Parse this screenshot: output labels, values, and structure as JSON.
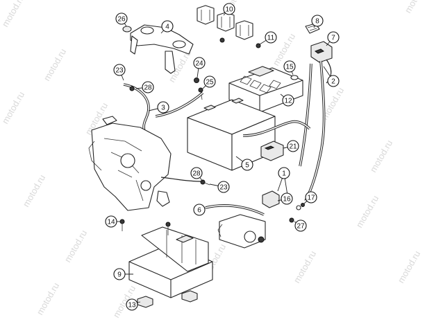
{
  "watermark": "motod.ru",
  "callouts": [
    {
      "num": "1"
    },
    {
      "num": "2"
    },
    {
      "num": "3"
    },
    {
      "num": "4"
    },
    {
      "num": "5"
    },
    {
      "num": "6"
    },
    {
      "num": "7"
    },
    {
      "num": "8"
    },
    {
      "num": "9"
    },
    {
      "num": "10"
    },
    {
      "num": "11"
    },
    {
      "num": "12"
    },
    {
      "num": "13"
    },
    {
      "num": "14"
    },
    {
      "num": "15"
    },
    {
      "num": "16"
    },
    {
      "num": "17"
    },
    {
      "num": "21"
    },
    {
      "num": "23"
    },
    {
      "num": "23"
    },
    {
      "num": "24"
    },
    {
      "num": "25"
    },
    {
      "num": "26"
    },
    {
      "num": "27"
    },
    {
      "num": "28"
    },
    {
      "num": "28"
    }
  ]
}
